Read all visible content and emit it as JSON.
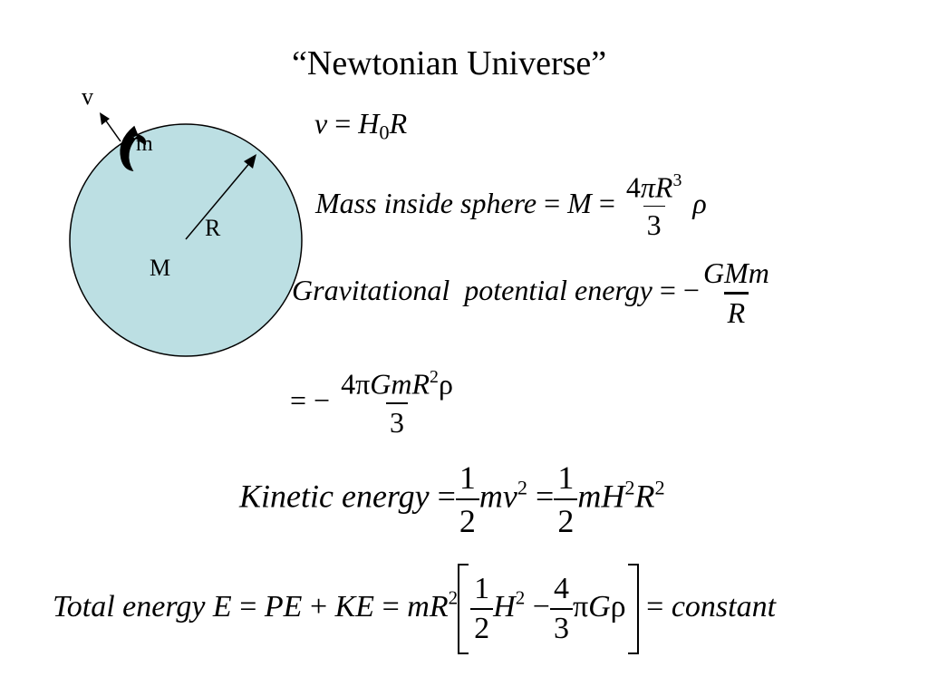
{
  "title": {
    "open_quote": "“",
    "text": "Newtonian Universe",
    "close_quote": "”"
  },
  "diagram": {
    "sphere_color": "#bcdfe3",
    "label_v": "v",
    "label_m": "m",
    "label_R": "R",
    "label_M": "M"
  },
  "eq1": {
    "v": "v",
    "eq": "=",
    "H": "H",
    "sub": "0",
    "R": "R"
  },
  "eq2": {
    "label": "Mass inside sphere",
    "eq1": "=",
    "M": "M",
    "eq2": "=",
    "num_coef": "4",
    "num_pi": "π",
    "num_R": "R",
    "num_exp": "3",
    "den": "3",
    "rho": "ρ"
  },
  "eq3": {
    "label": "Gravitational  potential energy",
    "eq": "=",
    "minus": "−",
    "num": "GMm",
    "den": "R"
  },
  "eq4": {
    "eq": "=",
    "minus": "−",
    "num_coef": "4π",
    "num_vars": "GmR",
    "num_exp": "2",
    "num_rho": "ρ",
    "den": "3"
  },
  "eq5": {
    "label": "Kinetic energy",
    "eq1": "=",
    "f1_num": "1",
    "f1_den": "2",
    "term1": "mv",
    "exp1": "2",
    "eq2": "=",
    "f2_num": "1",
    "f2_den": "2",
    "term2_a": "mH",
    "exp2": "2",
    "term2_b": "R",
    "exp3": "2"
  },
  "eq6": {
    "label": "Total energy E",
    "eq1": "=",
    "pe": "PE",
    "plus": "+",
    "ke": "KE",
    "eq2": "=",
    "mR": "mR",
    "exp1": "2",
    "f1_num": "1",
    "f1_den": "2",
    "H": "H",
    "exp2": "2",
    "minus": "−",
    "f2_num": "4",
    "f2_den": "3",
    "pi": "π",
    "G": "G",
    "rho": "ρ",
    "eq3": "=",
    "constant": "constant"
  }
}
